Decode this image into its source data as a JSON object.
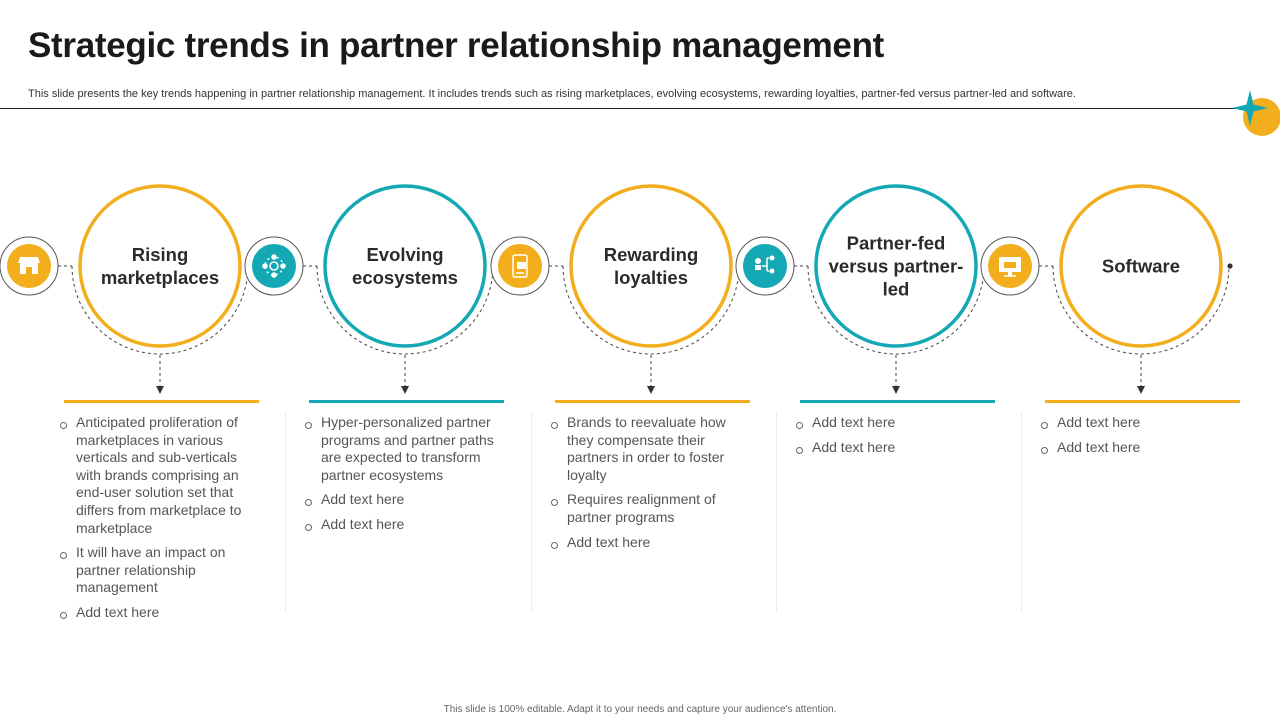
{
  "header": {
    "title": "Strategic trends in partner relationship management",
    "subtitle": "This slide presents the key trends happening in partner relationship management. It includes trends such as rising marketplaces, evolving ecosystems, rewarding loyalties, partner-fed versus partner-led and software."
  },
  "colors": {
    "yellow": "#F2AE1C",
    "teal": "#14A8B4"
  },
  "trends": [
    {
      "title": "Rising marketplaces",
      "color": "yellow",
      "icon": "storefront-icon",
      "bullets": [
        "Anticipated proliferation of marketplaces in various verticals and sub-verticals with brands comprising an end-user solution set that differs from marketplace to marketplace",
        "It will have an impact on partner relationship management",
        "Add text here"
      ]
    },
    {
      "title": "Evolving ecosystems",
      "color": "teal",
      "icon": "ecosystem-network-icon",
      "bullets": [
        "Hyper-personalized partner programs and partner paths are expected to transform partner ecosystems",
        "Add text here",
        "Add text here"
      ]
    },
    {
      "title": "Rewarding loyalties",
      "color": "yellow",
      "icon": "mobile-reward-icon",
      "bullets": [
        "Brands to reevaluate how they compensate their partners in order to foster loyalty",
        "Requires realignment of partner programs",
        "Add text here"
      ]
    },
    {
      "title": "Partner-fed versus partner-led",
      "color": "teal",
      "icon": "partner-hierarchy-icon",
      "bullets": [
        "Add text here",
        "Add text here"
      ]
    },
    {
      "title": "Software",
      "color": "yellow",
      "icon": "software-monitor-icon",
      "bullets": [
        "Add text here",
        "Add text here"
      ]
    }
  ],
  "footer": "This slide is 100% editable. Adapt it to your needs and capture your audience's attention."
}
